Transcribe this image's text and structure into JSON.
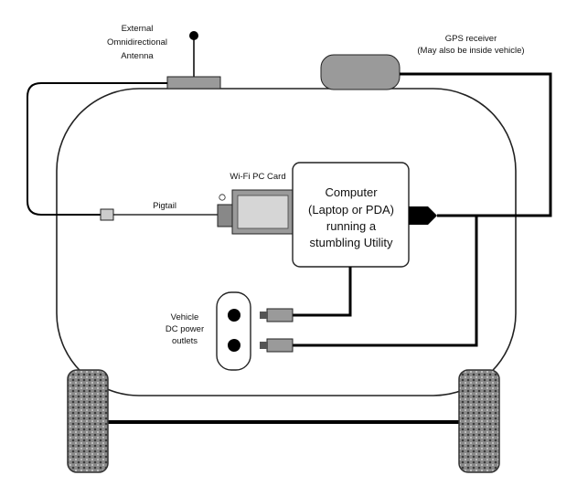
{
  "labels": {
    "antenna_line1": "External",
    "antenna_line2": "Omnidirectional",
    "antenna_line3": "Antenna",
    "gps_line1": "GPS receiver",
    "gps_line2": "(May also be inside vehicle)",
    "wifi_card": "Wi-Fi PC Card",
    "pigtail": "Pigtail",
    "computer_line1": "Computer",
    "computer_line2": "(Laptop or PDA)",
    "computer_line3": "running a",
    "computer_line4": "stumbling Utility",
    "power_line1": "Vehicle",
    "power_line2": "DC power",
    "power_line3": "outlets"
  },
  "colors": {
    "outline": "#222222",
    "cable": "#000000",
    "device_fill": "#9a9a9a",
    "background": "#ffffff"
  }
}
